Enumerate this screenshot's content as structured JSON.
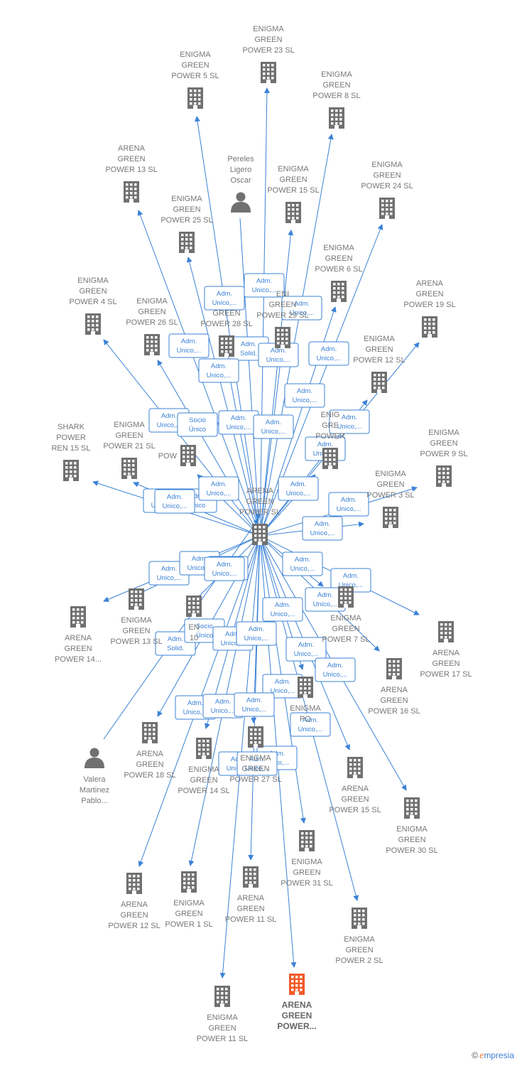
{
  "colors": {
    "edge": "#3b82d6",
    "node": "#707070",
    "highlight": "#f05a28"
  },
  "nodes": [
    {
      "id": "center",
      "type": "company",
      "label": [
        "ARENA",
        "GREEN",
        "POWER  SL"
      ],
      "label_pos": "above"
    },
    {
      "id": "eg23",
      "type": "company",
      "label": [
        "ENIGMA",
        "GREEN",
        "POWER 23  SL"
      ],
      "label_pos": "above"
    },
    {
      "id": "eg5",
      "type": "company",
      "label": [
        "ENIGMA",
        "GREEN",
        "POWER 5  SL"
      ],
      "label_pos": "above"
    },
    {
      "id": "eg8",
      "type": "company",
      "label": [
        "ENIGMA",
        "GREEN",
        "POWER 8  SL"
      ],
      "label_pos": "above"
    },
    {
      "id": "ag13a",
      "type": "company",
      "label": [
        "ARENA",
        "GREEN",
        "POWER 13  SL"
      ],
      "label_pos": "above"
    },
    {
      "id": "pereles",
      "type": "person",
      "label": [
        "Pereles",
        "Ligero",
        "Oscar"
      ],
      "label_pos": "above"
    },
    {
      "id": "eg15a",
      "type": "company",
      "label": [
        "ENIGMA",
        "GREEN",
        "POWER 15  SL"
      ],
      "label_pos": "above"
    },
    {
      "id": "eg24",
      "type": "company",
      "label": [
        "ENIGMA",
        "GREEN",
        "POWER 24  SL"
      ],
      "label_pos": "above"
    },
    {
      "id": "eg25",
      "type": "company",
      "label": [
        "ENIGMA",
        "GREEN",
        "POWER 25  SL"
      ],
      "label_pos": "above"
    },
    {
      "id": "eg6",
      "type": "company",
      "label": [
        "ENIGMA",
        "GREEN",
        "POWER 6  SL"
      ],
      "label_pos": "above"
    },
    {
      "id": "ag19",
      "type": "company",
      "label": [
        "ARENA",
        "GREEN",
        "POWER 19  SL"
      ],
      "label_pos": "above"
    },
    {
      "id": "eg4",
      "type": "company",
      "label": [
        "ENIGMA",
        "GREEN",
        "POWER 4  SL"
      ],
      "label_pos": "above"
    },
    {
      "id": "eg26",
      "type": "company",
      "label": [
        "ENIGMA",
        "GREEN",
        "POWER 26  SL"
      ],
      "label_pos": "above"
    },
    {
      "id": "eg28",
      "type": "company",
      "label": [
        "",
        "GREEN",
        "POWER 28  SL"
      ],
      "label_pos": "above"
    },
    {
      "id": "eg29",
      "type": "company",
      "label": [
        "ENI",
        "GREEN",
        "POWER 29  SL"
      ],
      "label_pos": "above"
    },
    {
      "id": "eg12",
      "type": "company",
      "label": [
        "ENIGMA",
        "GREEN",
        "POWER 12  SL"
      ],
      "label_pos": "above"
    },
    {
      "id": "shark",
      "type": "company",
      "label": [
        "SHARK",
        "POWER",
        "REN 15  SL"
      ],
      "label_pos": "above"
    },
    {
      "id": "eg21",
      "type": "company",
      "label": [
        "ENIGMA",
        "GREEN",
        "POWER 21  SL"
      ],
      "label_pos": "above"
    },
    {
      "id": "eg9",
      "type": "company",
      "label": [
        "ENIGMA",
        "GREEN",
        "POWER 9  SL"
      ],
      "label_pos": "above"
    },
    {
      "id": "pow",
      "type": "company",
      "label": [
        "POW"
      ],
      "label_pos": "left"
    },
    {
      "id": "eni_r",
      "type": "company",
      "label": [
        "ENIG",
        "GRE",
        "POWER"
      ],
      "label_pos": "above"
    },
    {
      "id": "eg3",
      "type": "company",
      "label": [
        "ENIGMA",
        "GREEN",
        "POWER 3  SL"
      ],
      "label_pos": "above"
    },
    {
      "id": "ag14a",
      "type": "company",
      "label": [
        "ARENA",
        "GREEN",
        "POWER 14..."
      ],
      "label_pos": "below"
    },
    {
      "id": "eg13b",
      "type": "company",
      "label": [
        "ENIGMA",
        "GREEN",
        "POWER 13  SL"
      ],
      "label_pos": "below"
    },
    {
      "id": "en10",
      "type": "company",
      "label": [
        "EN",
        "10"
      ],
      "label_pos": "below"
    },
    {
      "id": "eg7",
      "type": "company",
      "label": [
        "ENIGMA",
        "GREEN",
        "POWER 7  SL"
      ],
      "label_pos": "below"
    },
    {
      "id": "ag17",
      "type": "company",
      "label": [
        "ARENA",
        "GREEN",
        "POWER 17  SL"
      ],
      "label_pos": "below"
    },
    {
      "id": "ag16",
      "type": "company",
      "label": [
        "ARENA",
        "GREEN",
        "POWER 16  SL"
      ],
      "label_pos": "below"
    },
    {
      "id": "enigma_c",
      "type": "company",
      "label": [
        "ENIGMA",
        "PO"
      ],
      "label_pos": "below"
    },
    {
      "id": "valera",
      "type": "person",
      "label": [
        "Valera",
        "Martinez",
        "Pablo..."
      ],
      "label_pos": "below"
    },
    {
      "id": "ag18",
      "type": "company",
      "label": [
        "ARENA",
        "GREEN",
        "POWER 18  SL"
      ],
      "label_pos": "below"
    },
    {
      "id": "eg14",
      "type": "company",
      "label": [
        "ENIGMA",
        "GREEN",
        "POWER 14  SL"
      ],
      "label_pos": "below"
    },
    {
      "id": "eg27",
      "type": "company",
      "label": [
        "ENIGMA",
        "GREEN",
        "POWER 27  SL"
      ],
      "label_pos": "below"
    },
    {
      "id": "ag15",
      "type": "company",
      "label": [
        "ARENA",
        "GREEN",
        "POWER 15  SL"
      ],
      "label_pos": "below"
    },
    {
      "id": "eg30",
      "type": "company",
      "label": [
        "ENIGMA",
        "GREEN",
        "POWER 30  SL"
      ],
      "label_pos": "below"
    },
    {
      "id": "eg31",
      "type": "company",
      "label": [
        "ENIGMA",
        "GREEN",
        "POWER 31  SL"
      ],
      "label_pos": "below"
    },
    {
      "id": "ag12",
      "type": "company",
      "label": [
        "ARENA",
        "GREEN",
        "POWER 12  SL"
      ],
      "label_pos": "below"
    },
    {
      "id": "eg1",
      "type": "company",
      "label": [
        "ENIGMA",
        "GREEN",
        "POWER 1  SL"
      ],
      "label_pos": "below"
    },
    {
      "id": "ag11",
      "type": "company",
      "label": [
        "ARENA",
        "GREEN",
        "POWER 11  SL"
      ],
      "label_pos": "below"
    },
    {
      "id": "eg2",
      "type": "company",
      "label": [
        "ENIGMA",
        "GREEN",
        "POWER 2  SL"
      ],
      "label_pos": "below"
    },
    {
      "id": "eg11",
      "type": "company",
      "label": [
        "ENIGMA",
        "GREEN",
        "POWER 11  SL"
      ],
      "label_pos": "below"
    },
    {
      "id": "agp",
      "type": "company",
      "label": [
        "ARENA",
        "GREEN",
        "POWER..."
      ],
      "label_pos": "below",
      "highlight": true
    }
  ],
  "edges": [
    {
      "from": "center",
      "to": "eg23"
    },
    {
      "from": "center",
      "to": "eg5"
    },
    {
      "from": "center",
      "to": "eg8"
    },
    {
      "from": "center",
      "to": "ag13a"
    },
    {
      "from": "pereles",
      "to": "center"
    },
    {
      "from": "center",
      "to": "eg15a"
    },
    {
      "from": "center",
      "to": "eg24"
    },
    {
      "from": "center",
      "to": "eg25"
    },
    {
      "from": "center",
      "to": "eg6"
    },
    {
      "from": "center",
      "to": "ag19"
    },
    {
      "from": "center",
      "to": "eg4"
    },
    {
      "from": "center",
      "to": "eg26"
    },
    {
      "from": "center",
      "to": "eg28"
    },
    {
      "from": "center",
      "to": "eg29"
    },
    {
      "from": "center",
      "to": "eg12"
    },
    {
      "from": "center",
      "to": "shark"
    },
    {
      "from": "center",
      "to": "eg21"
    },
    {
      "from": "center",
      "to": "eg9"
    },
    {
      "from": "center",
      "to": "pow"
    },
    {
      "from": "center",
      "to": "eni_r"
    },
    {
      "from": "center",
      "to": "eg3"
    },
    {
      "from": "center",
      "to": "ag14a"
    },
    {
      "from": "center",
      "to": "eg13b"
    },
    {
      "from": "center",
      "to": "en10"
    },
    {
      "from": "center",
      "to": "eg7"
    },
    {
      "from": "center",
      "to": "ag17"
    },
    {
      "from": "center",
      "to": "ag16"
    },
    {
      "from": "center",
      "to": "enigma_c"
    },
    {
      "from": "valera",
      "to": "center"
    },
    {
      "from": "center",
      "to": "ag18"
    },
    {
      "from": "center",
      "to": "eg14"
    },
    {
      "from": "center",
      "to": "eg27"
    },
    {
      "from": "center",
      "to": "ag15"
    },
    {
      "from": "center",
      "to": "eg30"
    },
    {
      "from": "center",
      "to": "eg31"
    },
    {
      "from": "center",
      "to": "ag12"
    },
    {
      "from": "center",
      "to": "eg1"
    },
    {
      "from": "center",
      "to": "ag11"
    },
    {
      "from": "center",
      "to": "eg2"
    },
    {
      "from": "center",
      "to": "eg11"
    },
    {
      "from": "center",
      "to": "agp"
    }
  ],
  "edge_labels": [
    [
      "Adm.",
      "Unico,..."
    ],
    [
      "Adm.",
      "Unico,..."
    ],
    [
      "Adm.",
      "Unico,..."
    ],
    [
      "Adm.",
      "Unico,..."
    ],
    [
      "Adm.",
      "Solid."
    ],
    [
      "Adm.",
      "Unico,..."
    ],
    [
      "Adm.",
      "Unico,..."
    ],
    [
      "Adm.",
      "Unico,..."
    ],
    [
      "Adm.",
      "Unico,..."
    ],
    [
      "Adm.",
      "Unico,..."
    ],
    [
      "Socio",
      "Único"
    ],
    [
      "Adm.",
      "Unico,..."
    ],
    [
      "Adm.",
      "Unico,..."
    ],
    [
      "Adm.",
      "Unico,..."
    ],
    [
      "Adm.",
      "Unico,..."
    ],
    [
      "Adm.",
      "Unico,..."
    ],
    [
      "Adm.",
      "Unico"
    ],
    [
      "Adm.",
      "Unico,..."
    ],
    [
      "Adm.",
      "Unico,..."
    ],
    [
      "Adm.",
      "Unico,..."
    ],
    [
      "Adm.",
      "Unico,..."
    ],
    [
      "Adm.",
      "Unico,..."
    ],
    [
      "Adm.",
      "Unico,..."
    ],
    [
      "Adm.",
      "Unico,..."
    ],
    [
      "Adm.",
      "Unico,..."
    ],
    [
      "Adm.",
      "Unico,..."
    ],
    [
      "Adm.",
      "Unico,..."
    ],
    [
      "Adm.",
      "Unico,..."
    ],
    [
      "Adm.",
      "Solid."
    ],
    [
      "Socio",
      "Único"
    ],
    [
      "Adm.",
      "Unico,..."
    ],
    [
      "Adm.",
      "Unico,..."
    ],
    [
      "Adm.",
      "Unico,..."
    ],
    [
      "Adm.",
      "Unico,..."
    ],
    [
      "Adm.",
      "Unico,..."
    ],
    [
      "Adm.",
      "Unico,..."
    ],
    [
      "Adm.",
      "Unico,..."
    ],
    [
      "Adm.",
      "Unico,..."
    ],
    [
      "Adm.",
      "Unico,..."
    ],
    [
      "Adm.",
      "Unico,..."
    ],
    [
      "Adm.",
      "Unico,..."
    ],
    [
      "Adm.",
      "Unico,..."
    ],
    [
      "Adm.",
      "Unico,..."
    ],
    [
      "Adm.",
      "Unico,..."
    ]
  ],
  "footer": {
    "copyright": "©",
    "brand_initial": "e",
    "brand_rest": "mpresia"
  }
}
